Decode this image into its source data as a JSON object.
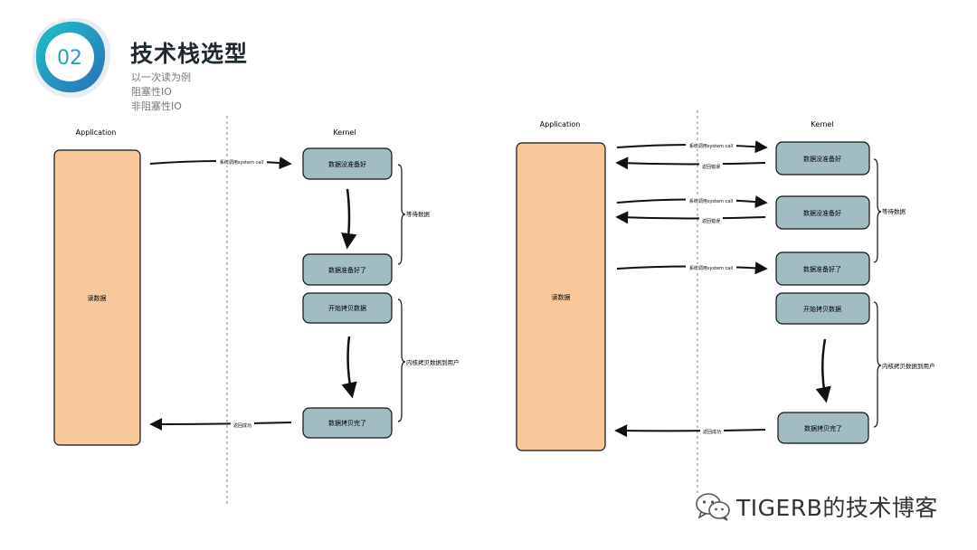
{
  "header": {
    "badge_number": "02",
    "title": "技术栈选型",
    "subtitle_lines": [
      "以一次读为例",
      "阻塞性IO",
      "非阻塞性IO"
    ]
  },
  "colors": {
    "app_box": "#f8c89b",
    "kernel_box": "#a1bcc2",
    "badge_teal": "#13a3b7",
    "badge_blue": "#2f73b8"
  },
  "left_diagram": {
    "app_label": "Application",
    "kernel_label": "Kernel",
    "app_box_text": "读数据",
    "boxes": [
      "数据没准备好",
      "数据准备好了",
      "开始拷贝数据",
      "数据拷贝完了"
    ],
    "arrow_call": "系统调用system call",
    "arrow_return": "返回成功",
    "brace_wait": "等待数据",
    "brace_copy": "内核拷贝数据到用户"
  },
  "right_diagram": {
    "app_label": "Application",
    "kernel_label": "Kernel",
    "app_box_text": "读数据",
    "boxes": [
      "数据没准备好",
      "数据没准备好",
      "数据准备好了",
      "开始拷贝数据",
      "数据拷贝完了"
    ],
    "arrow_call": "系统调用system call",
    "arrow_error": "返回错误",
    "arrow_return": "返回成功",
    "brace_wait": "等待数据",
    "brace_copy": "内核拷贝数据到用户"
  },
  "watermark": {
    "icon": "wechat-icon",
    "text": "TIGERB的技术博客"
  }
}
